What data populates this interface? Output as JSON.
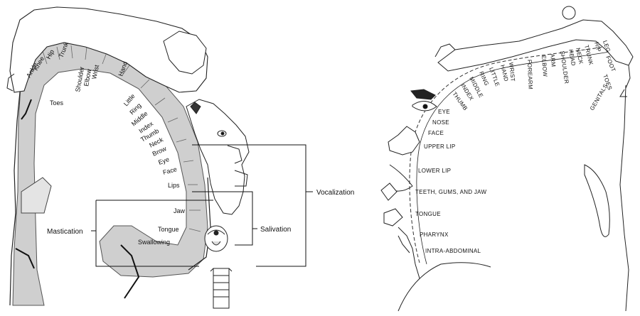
{
  "left_panel": {
    "body_labels": [
      "Toes",
      "Ankle",
      "Knee",
      "Hip",
      "Trunk",
      "Shoulder",
      "Elbow",
      "Wrist",
      "Hand",
      "Little",
      "Ring",
      "Middle",
      "Index",
      "Thumb",
      "Neck",
      "Brow",
      "Eye",
      "Face",
      "Lips",
      "Jaw",
      "Tongue",
      "Swallowing"
    ],
    "function_labels": {
      "vocalization": "Vocalization",
      "mastication": "Mastication",
      "salivation": "Salivation"
    }
  },
  "right_panel": {
    "arc_labels": [
      "TOES",
      "FOOT",
      "LEG",
      "HIP",
      "TRUNK",
      "NECK",
      "HEAD",
      "SHOULDER",
      "ARM",
      "ELBOW",
      "FOREARM",
      "WRIST",
      "HAND",
      "LITTLE",
      "RING",
      "MIDDLE",
      "INDEX",
      "THUMB"
    ],
    "side_labels": [
      "EYE",
      "NOSE",
      "FACE",
      "UPPER LIP",
      "LOWER LIP",
      "TEETH, GUMS, AND JAW",
      "TONGUE",
      "PHARYNX",
      "INTRA-ABDOMINAL"
    ],
    "genitals": "GENITALS"
  }
}
